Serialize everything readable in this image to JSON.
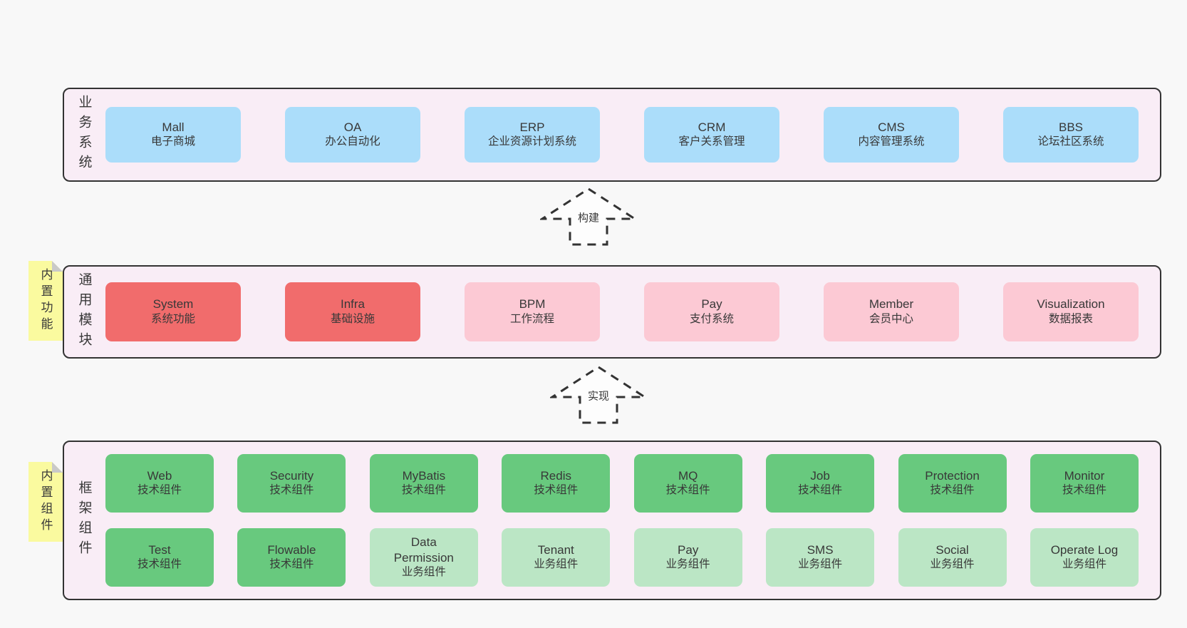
{
  "palette": {
    "pageBg": "#f8f8f8",
    "layerBg": "#f9edf6",
    "border": "#333333",
    "text": "#383838",
    "blue": "#abddfa",
    "red": "#f16c6c",
    "pink": "#fcc9d4",
    "greenDark": "#68c97e",
    "greenLight": "#bbe6c5",
    "yellow": "#fafa9f",
    "fold": "#c9c9c9",
    "arrowFill": "#fdfdfd"
  },
  "arrows": [
    {
      "label": "构建"
    },
    {
      "label": "实现"
    }
  ],
  "layers": {
    "business": {
      "label": "业务系统",
      "boxes": [
        {
          "name": "Mall",
          "desc": "电子商城",
          "variant": "blue"
        },
        {
          "name": "OA",
          "desc": "办公自动化",
          "variant": "blue"
        },
        {
          "name": "ERP",
          "desc": "企业资源计划系统",
          "variant": "blue"
        },
        {
          "name": "CRM",
          "desc": "客户关系管理",
          "variant": "blue"
        },
        {
          "name": "CMS",
          "desc": "内容管理系统",
          "variant": "blue"
        },
        {
          "name": "BBS",
          "desc": "论坛社区系统",
          "variant": "blue"
        }
      ]
    },
    "modules": {
      "label": "通用模块",
      "sticky": "内置功能",
      "boxes": [
        {
          "name": "System",
          "desc": "系统功能",
          "variant": "red"
        },
        {
          "name": "Infra",
          "desc": "基础设施",
          "variant": "red"
        },
        {
          "name": "BPM",
          "desc": "工作流程",
          "variant": "pink"
        },
        {
          "name": "Pay",
          "desc": "支付系统",
          "variant": "pink"
        },
        {
          "name": "Member",
          "desc": "会员中心",
          "variant": "pink"
        },
        {
          "name": "Visualization",
          "desc": "数据报表",
          "variant": "pink"
        }
      ]
    },
    "components": {
      "label": "框架组件",
      "sticky": "内置组件",
      "rows": [
        [
          {
            "name": "Web",
            "desc": "技术组件",
            "variant": "greenDark"
          },
          {
            "name": "Security",
            "desc": "技术组件",
            "variant": "greenDark"
          },
          {
            "name": "MyBatis",
            "desc": "技术组件",
            "variant": "greenDark"
          },
          {
            "name": "Redis",
            "desc": "技术组件",
            "variant": "greenDark"
          },
          {
            "name": "MQ",
            "desc": "技术组件",
            "variant": "greenDark"
          },
          {
            "name": "Job",
            "desc": "技术组件",
            "variant": "greenDark"
          },
          {
            "name": "Protection",
            "desc": "技术组件",
            "variant": "greenDark"
          },
          {
            "name": "Monitor",
            "desc": "技术组件",
            "variant": "greenDark"
          }
        ],
        [
          {
            "name": "Test",
            "desc": "技术组件",
            "variant": "greenDark"
          },
          {
            "name": "Flowable",
            "desc": "技术组件",
            "variant": "greenDark"
          },
          {
            "name": "Data\nPermission",
            "desc": "业务组件",
            "variant": "greenLight"
          },
          {
            "name": "Tenant",
            "desc": "业务组件",
            "variant": "greenLight"
          },
          {
            "name": "Pay",
            "desc": "业务组件",
            "variant": "greenLight"
          },
          {
            "name": "SMS",
            "desc": "业务组件",
            "variant": "greenLight"
          },
          {
            "name": "Social",
            "desc": "业务组件",
            "variant": "greenLight"
          },
          {
            "name": "Operate Log",
            "desc": "业务组件",
            "variant": "greenLight"
          }
        ]
      ]
    }
  }
}
